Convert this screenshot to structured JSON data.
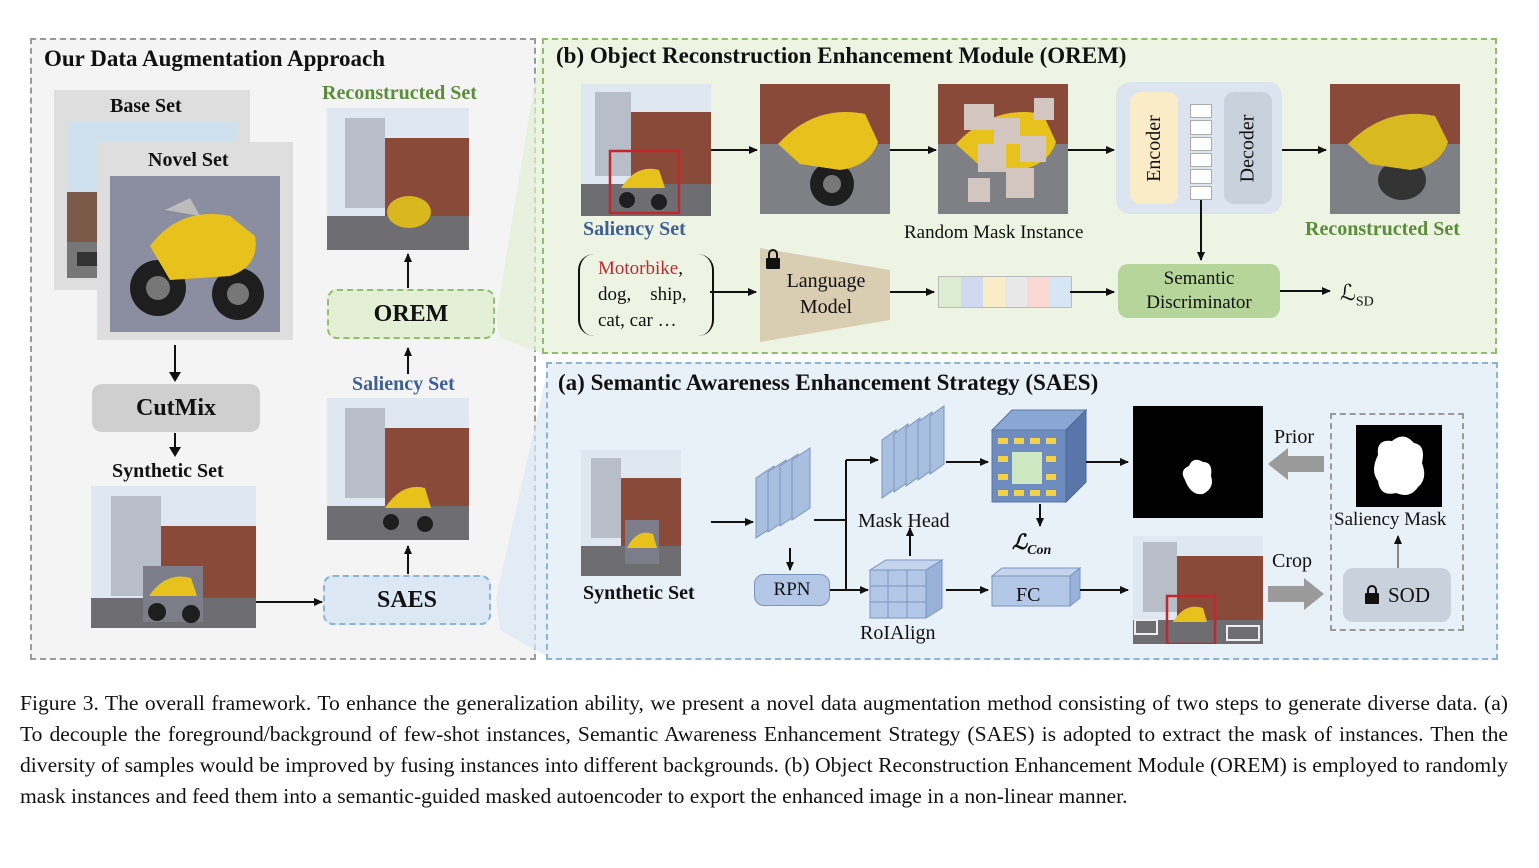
{
  "left_panel": {
    "title": "Our Data Augmentation Approach",
    "base_set": "Base Set",
    "novel_set": "Novel Set",
    "cutmix": "CutMix",
    "synthetic_set": "Synthetic Set",
    "saes": "SAES",
    "saliency_set": "Saliency Set",
    "orem": "OREM",
    "reconstructed_set": "Reconstructed Set"
  },
  "panel_b": {
    "title": "(b) Object Reconstruction Enhancement Module (OREM)",
    "saliency_set": "Saliency Set",
    "random_mask": "Random Mask Instance",
    "encoder": "Encoder",
    "decoder": "Decoder",
    "reconstructed_set": "Reconstructed Set",
    "class_highlight": "Motorbike",
    "class_line1_rest": ",",
    "class_line2": "dog,    ship,",
    "class_line3": "cat, car …",
    "language_model_1": "Language",
    "language_model_2": "Model",
    "semantic_disc_1": "Semantic",
    "semantic_disc_2": "Discriminator",
    "loss_sd": "ℒ",
    "loss_sd_sub": "SD"
  },
  "panel_a": {
    "title": "(a) Semantic Awareness Enhancement Strategy (SAES)",
    "synthetic_set": "Synthetic Set",
    "rpn": "RPN",
    "mask_head": "Mask Head",
    "roialign": "RoIAlign",
    "fc": "FC",
    "loss_con": "ℒ",
    "loss_con_sub": "Con",
    "prior": "Prior",
    "crop": "Crop",
    "saliency_mask": "Saliency Mask",
    "sod": "SOD"
  },
  "caption": "Figure 3.  The overall framework.  To enhance the generalization ability, we present a novel data augmentation method consisting of two steps to generate diverse data. (a) To decouple the foreground/background of few-shot instances, Semantic Awareness Enhancement Strategy (SAES) is adopted to extract the mask of instances. Then the diversity of samples would be improved by fusing instances into different backgrounds. (b) Object Reconstruction Enhancement Module (OREM) is employed to randomly mask instances and feed them into a semantic-guided masked autoencoder to export the enhanced image in a non-linear manner.",
  "colors": {
    "highlight_red": "#c0282d",
    "label_blue": "#3d5f95",
    "label_green": "#5b8c3a",
    "encoder_fill": "#fbecc8",
    "decoder_fill": "#c9d2dc",
    "disc_fill": "#b6d59a",
    "lm_fill": "#d9cdb2",
    "block_blue": "#a9bfe0"
  }
}
